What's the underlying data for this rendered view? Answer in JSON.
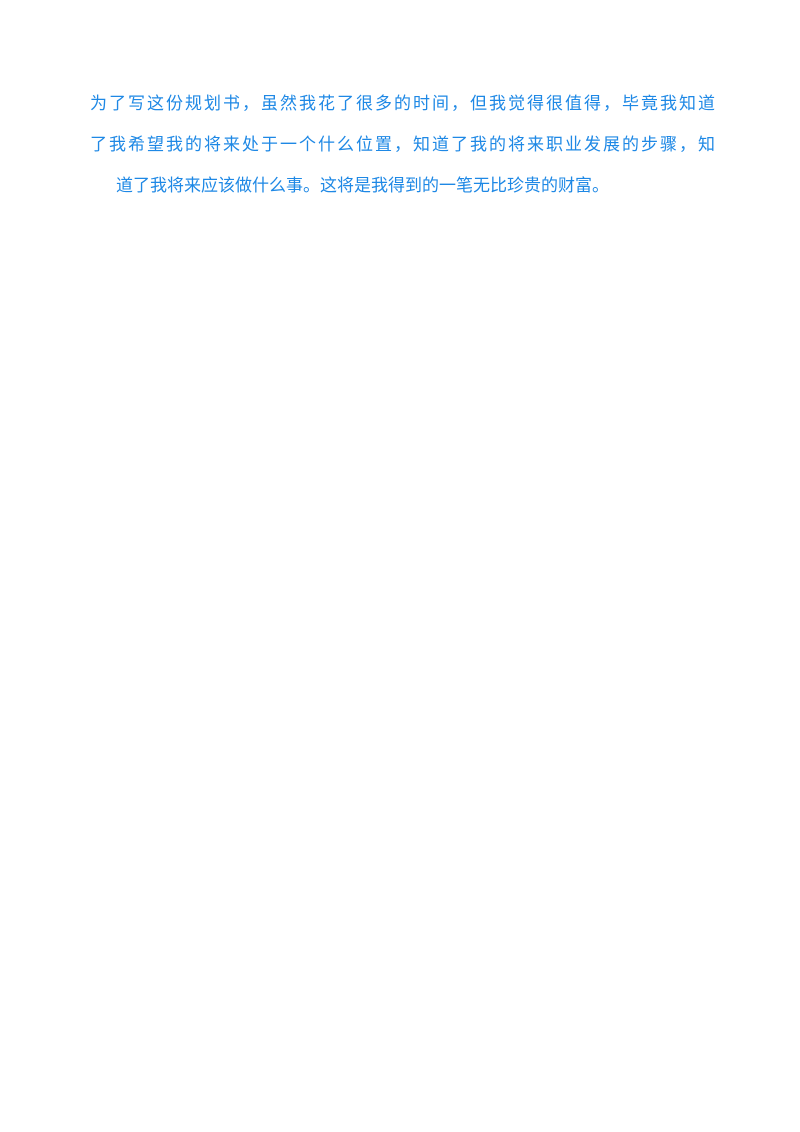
{
  "document": {
    "text_color": "#1e88e5",
    "paragraph_lines": [
      "为了写这份规划书，虽然我花了很多的时间，但我觉得很值得，毕竟我知道",
      "了我希望我的将来处于一个什么位置，知道了我的将来职业发展的步骤，知",
      "道了我将来应该做什么事。这将是我得到的一笔无比珍贵的财富。"
    ]
  }
}
